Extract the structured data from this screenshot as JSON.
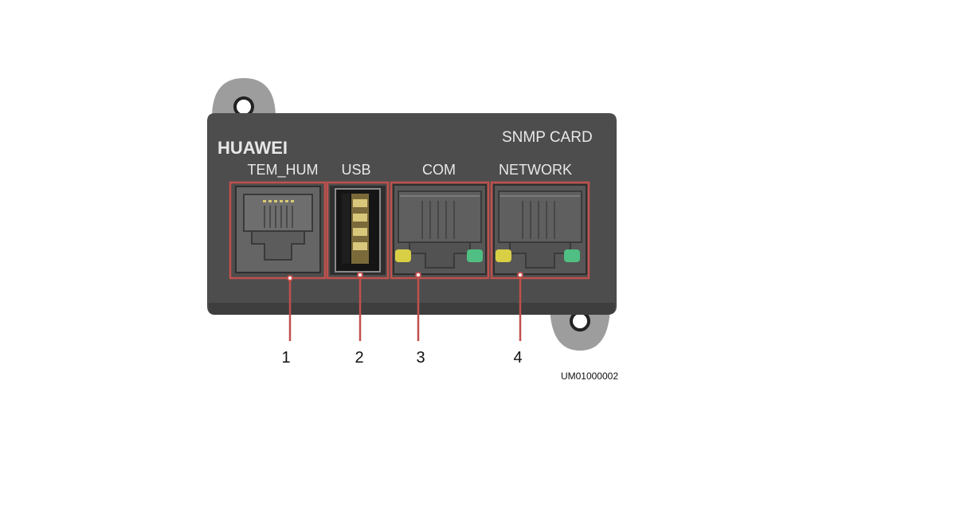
{
  "card": {
    "brand": "HUAWEI",
    "model": "SNMP CARD",
    "body_color": "#4d4d4d",
    "ear_color": "#9d9d9d",
    "label_color": "#e8e8e8"
  },
  "ports": [
    {
      "label": "TEM_HUM",
      "callout": "1"
    },
    {
      "label": "USB",
      "callout": "2"
    },
    {
      "label": "COM",
      "callout": "3"
    },
    {
      "label": "NETWORK",
      "callout": "4"
    }
  ],
  "colors": {
    "callout": "#c0504d",
    "led_yellow": "#d9cf45",
    "led_green": "#4fbf83"
  },
  "figure_id": "UM01000002"
}
